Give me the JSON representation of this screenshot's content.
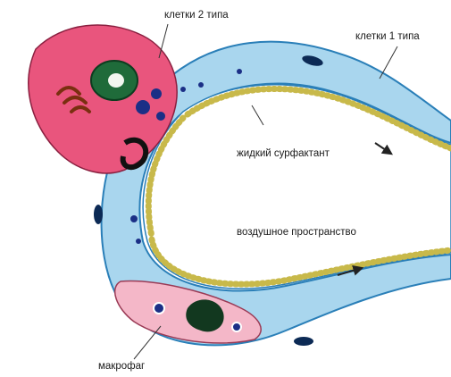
{
  "labels": {
    "type2_cells": "клетки 2 типа",
    "type1_cells": "клетки 1 типа",
    "liquid_surfactant": "жидкий сурфактант",
    "air_space": "воздушное пространство",
    "macrophage": "макрофаг"
  },
  "colors": {
    "wall_fill": "#a9d6ee",
    "wall_stroke": "#2a7fb8",
    "type2_cell": "#e9557d",
    "macrophage": "#f4b7c8",
    "nucleus": "#1f6b3a",
    "surfactant_layer": "#fff6b0",
    "lamellar_bodies": "#1b2f86",
    "arrows": "#222222"
  }
}
